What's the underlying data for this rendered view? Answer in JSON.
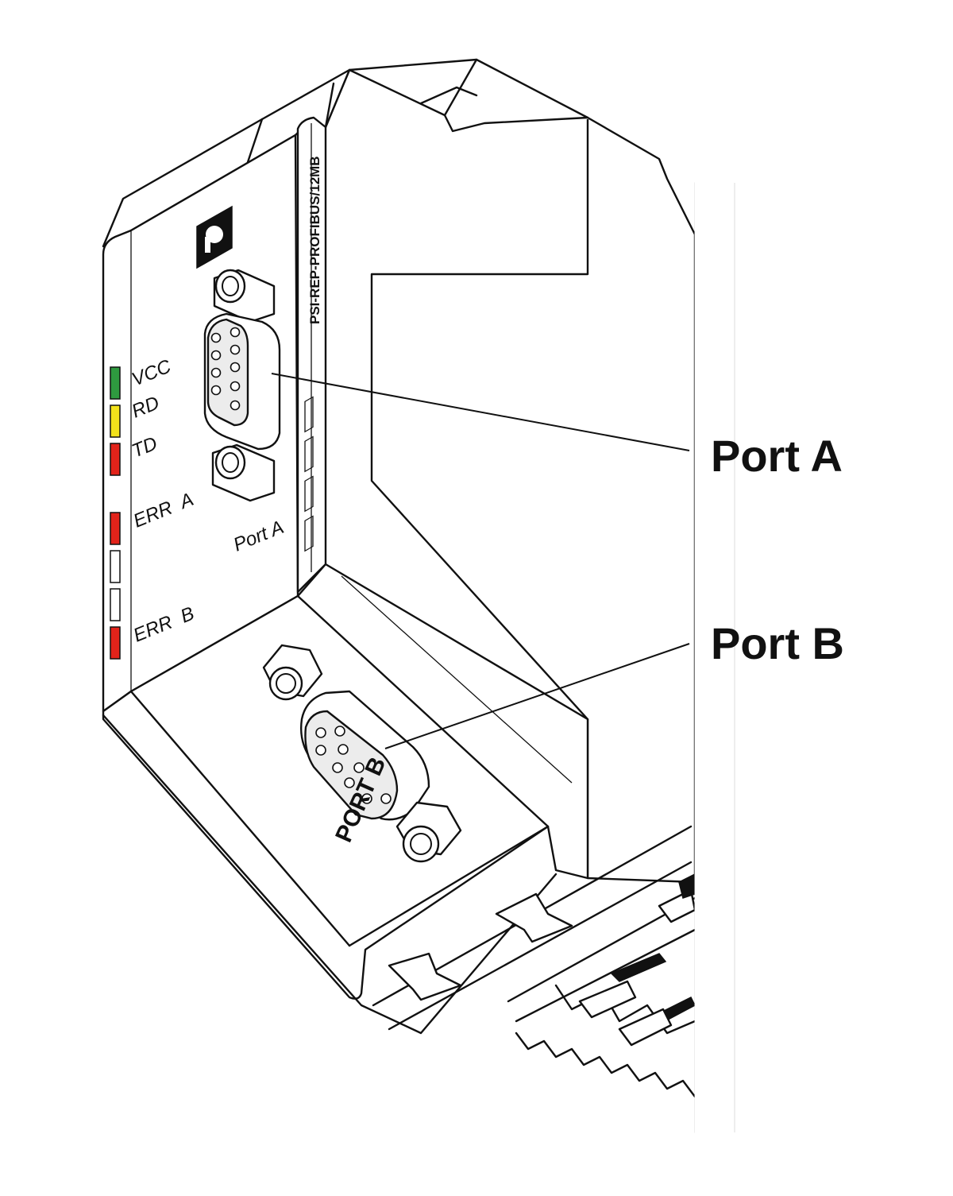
{
  "device": {
    "model_text": "PSI-REP-PROFIBUS/12MB",
    "port_a_panel_label": "Port A",
    "port_b_panel_label": "PORT B",
    "logo": "phoenix-contact-logo"
  },
  "leds": [
    {
      "label": "VCC",
      "color": "#2e9a3f"
    },
    {
      "label": "RD",
      "color": "#f2e21b"
    },
    {
      "label": "TD",
      "color": "#e2231a"
    },
    {
      "label": "ERR  A",
      "color": "#e2231a"
    },
    {
      "label": "ERR  B",
      "color": "#e2231a"
    }
  ],
  "led_extra": {
    "colors": [
      "#ffffff",
      "#ffffff",
      "#e2231a"
    ]
  },
  "callouts": [
    {
      "label": "Port A"
    },
    {
      "label": "Port B"
    }
  ],
  "colors": {
    "line": "#111111",
    "background": "#ffffff"
  }
}
